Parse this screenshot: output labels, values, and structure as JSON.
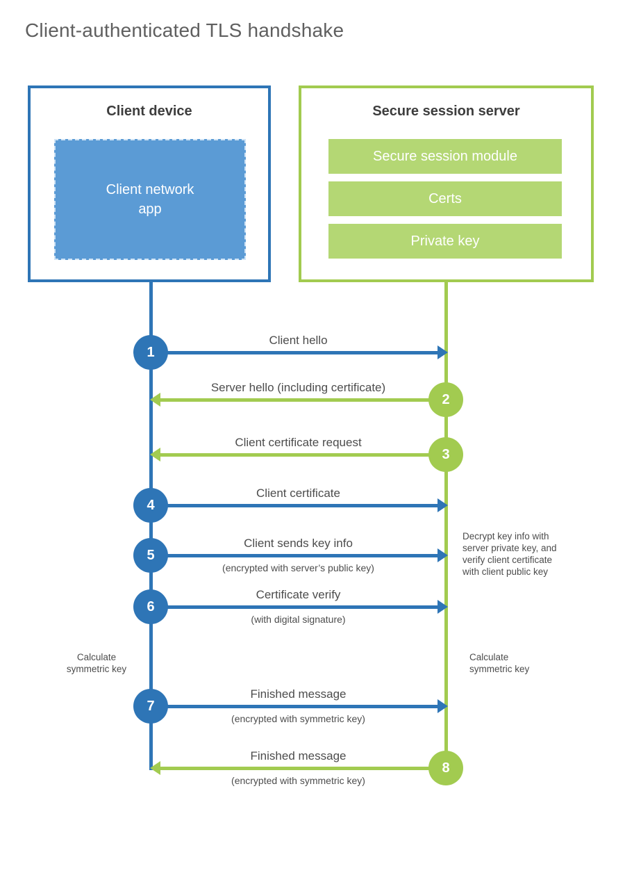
{
  "title": "Client-authenticated TLS handshake",
  "client": {
    "title": "Client device",
    "app": "Client network\napp"
  },
  "server": {
    "title": "Secure session server",
    "modules": [
      "Secure session module",
      "Certs",
      "Private key"
    ]
  },
  "steps": [
    {
      "num": "1",
      "label": "Client hello"
    },
    {
      "num": "2",
      "label": "Server hello (including certificate)"
    },
    {
      "num": "3",
      "label": "Client certificate request"
    },
    {
      "num": "4",
      "label": "Client certificate"
    },
    {
      "num": "5",
      "label": "Client sends key info",
      "sub": "(encrypted with server’s public key)"
    },
    {
      "num": "6",
      "label": "Certificate verify",
      "sub": "(with digital signature)"
    },
    {
      "num": "7",
      "label": "Finished message",
      "sub": "(encrypted with symmetric key)"
    },
    {
      "num": "8",
      "label": "Finished message",
      "sub": "(encrypted with symmetric key)"
    }
  ],
  "annotations": {
    "decrypt_note": "Decrypt key info with\nserver private key, and\nverify client certificate\nwith client public key",
    "calc_left": "Calculate\nsymmetric key",
    "calc_right": "Calculate\nsymmetric key"
  },
  "colors": {
    "blue": "#2e75b6",
    "blue_fill": "#5b9bd5",
    "green": "#a2cb50",
    "green_fill": "#b4d774"
  }
}
